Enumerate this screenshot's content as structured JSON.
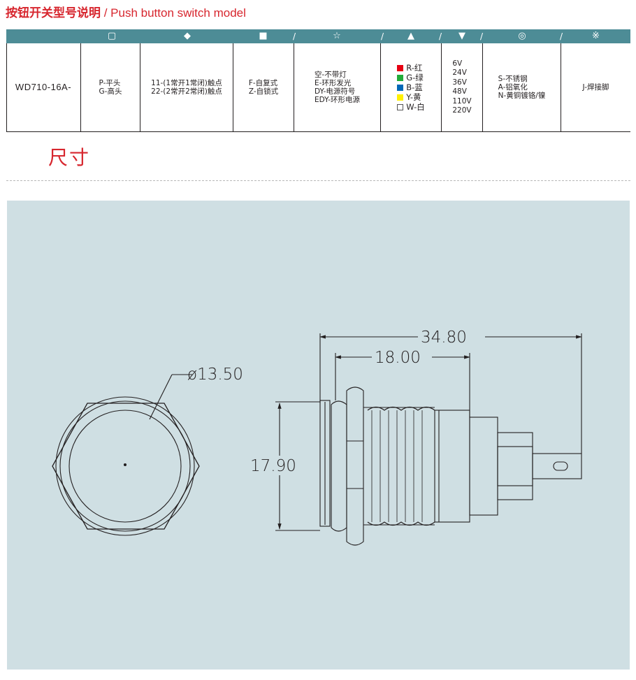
{
  "title": {
    "cn": "按钮开关型号说明",
    "en": " / Push button switch model"
  },
  "header_symbols": [
    "▢",
    "◆",
    "■",
    "☆",
    "▲",
    "▼",
    "◎",
    "※"
  ],
  "header_slash": "/",
  "row": {
    "model": "WD710-16A-",
    "head": "P-平头\nG-高头",
    "contacts": "11-(1常开1常闭)触点\n22-(2常开2常闭)触点",
    "action": "F-自复式\nZ-自锁式",
    "lamp": "空-不带灯\nE-环形发光\nDY-电源符号\nEDY-环形电源",
    "colors": [
      {
        "label": "R-红",
        "color": "#e60012"
      },
      {
        "label": "G-绿",
        "color": "#22ac38"
      },
      {
        "label": "B-蓝",
        "color": "#0068b7"
      },
      {
        "label": "Y-黄",
        "color": "#fff100"
      },
      {
        "label": "W-白",
        "color": "#ffffff"
      }
    ],
    "voltage": "6V\n24V\n36V\n48V\n110V\n220V",
    "material": "S-不锈钢\nA-铝氧化\nN-黄铜镀铬/镍",
    "terminal": "J-焊接脚"
  },
  "section_title": "尺寸",
  "dimensions": {
    "overall_length": "34.80",
    "thread_length": "18.00",
    "diameter": "ø13.50",
    "height": "17.90"
  },
  "colors": {
    "accent": "#d7262e",
    "header_bg": "#4d8c96",
    "drawing_bg": "#cfdfe3"
  }
}
